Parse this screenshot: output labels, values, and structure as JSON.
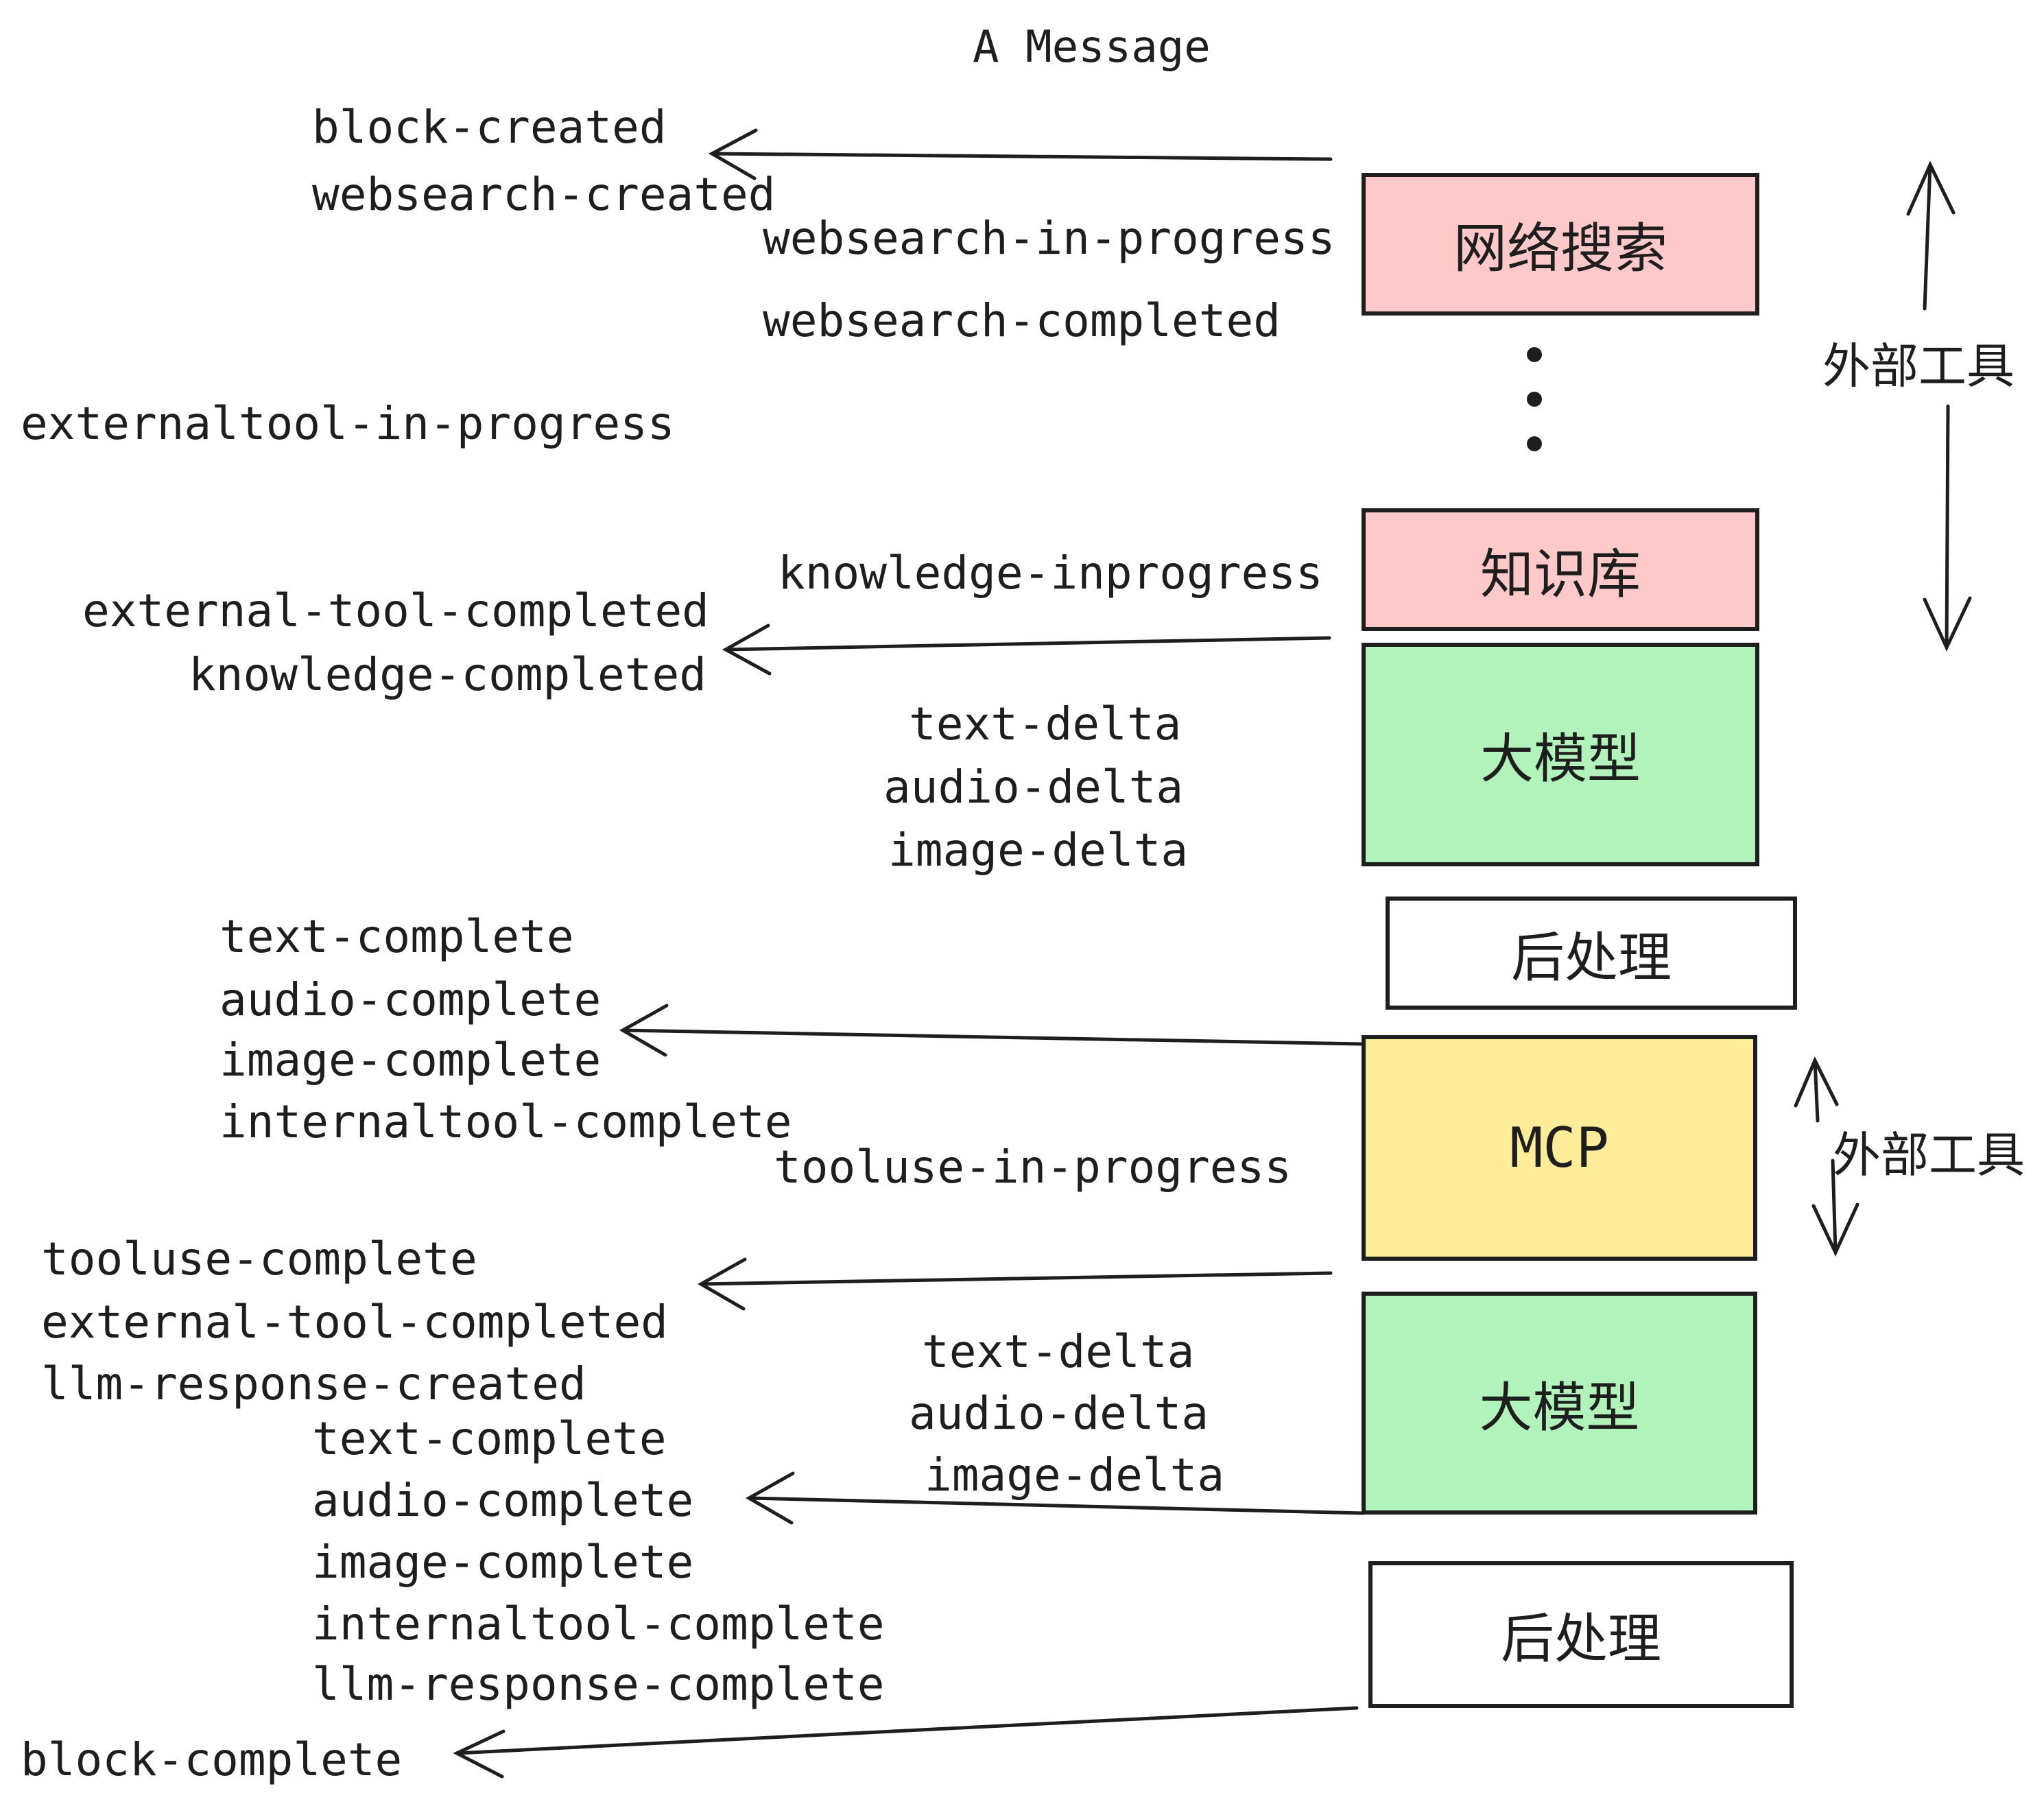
{
  "title": "A Message",
  "events": {
    "block_created": "block-created",
    "websearch_created": "websearch-created",
    "websearch_in_progress": "websearch-in-progress",
    "websearch_completed": "websearch-completed",
    "externaltool_in_progress": "externaltool-in-progress",
    "knowledge_inprogress": "knowledge-inprogress",
    "external_tool_completed_1": "external-tool-completed",
    "knowledge_completed": "knowledge-completed",
    "text_delta_1": "text-delta",
    "audio_delta_1": "audio-delta",
    "image_delta_1": "image-delta",
    "text_complete_1": "text-complete",
    "audio_complete_1": "audio-complete",
    "image_complete_1": "image-complete",
    "internaltool_complete_1": "internaltool-complete",
    "tooluse_in_progress": "tooluse-in-progress",
    "tooluse_complete": "tooluse-complete",
    "external_tool_completed_2": "external-tool-completed",
    "llm_response_created": "llm-response-created",
    "text_delta_2": "text-delta",
    "audio_delta_2": "audio-delta",
    "image_delta_2": "image-delta",
    "text_complete_2": "text-complete",
    "audio_complete_2": "audio-complete",
    "image_complete_2": "image-complete",
    "internaltool_complete_2": "internaltool-complete",
    "llm_response_complete": "llm-response-complete",
    "block_complete": "block-complete"
  },
  "boxes": {
    "websearch": "网络搜索",
    "knowledge": "知识库",
    "llm1": "大模型",
    "post1": "后处理",
    "mcp": "MCP",
    "llm2": "大模型",
    "post2": "后处理"
  },
  "side_labels": {
    "external_tools_1": "外部工具",
    "external_tools_2": "外部工具"
  },
  "colors": {
    "pink": "#ffc9c9",
    "green": "#b2f2bb",
    "yellow": "#ffec99",
    "white": "#ffffff",
    "stroke": "#1e1e1e"
  }
}
